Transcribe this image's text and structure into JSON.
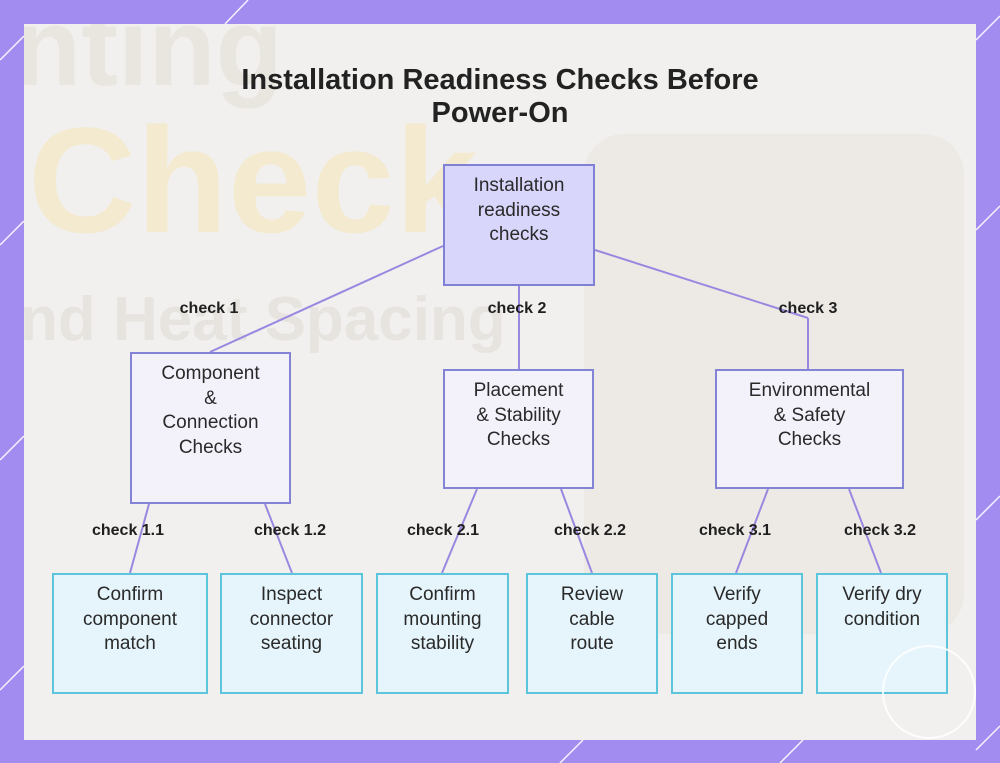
{
  "title_lines": [
    "Installation Readiness Checks Before",
    "Power-On"
  ],
  "background_text": [
    "nting",
    "Check",
    "nd Heat Spacing"
  ],
  "root": {
    "lines": [
      "Installation",
      "readiness",
      "checks"
    ]
  },
  "groups": [
    {
      "edge_label": "check 1",
      "lines": [
        "Component",
        "&",
        "Connection",
        "Checks"
      ],
      "leaves": [
        {
          "edge_label": "check 1.1",
          "lines": [
            "Confirm",
            "component",
            "match"
          ]
        },
        {
          "edge_label": "check 1.2",
          "lines": [
            "Inspect",
            "connector",
            "seating"
          ]
        }
      ]
    },
    {
      "edge_label": "check 2",
      "lines": [
        "Placement",
        "& Stability",
        "Checks"
      ],
      "leaves": [
        {
          "edge_label": "check 2.1",
          "lines": [
            "Confirm",
            "mounting",
            "stability"
          ]
        },
        {
          "edge_label": "check 2.2",
          "lines": [
            "Review",
            "cable",
            "route"
          ]
        }
      ]
    },
    {
      "edge_label": "check 3",
      "lines": [
        "Environmental",
        "& Safety",
        "Checks"
      ],
      "leaves": [
        {
          "edge_label": "check 3.1",
          "lines": [
            "Verify",
            "capped",
            "ends"
          ]
        },
        {
          "edge_label": "check 3.2",
          "lines": [
            "Verify dry",
            "condition"
          ]
        }
      ]
    }
  ],
  "colors": {
    "frame": "#a38cf0",
    "root_fill": "#d9d6fb",
    "mid_fill": "#f3f2fb",
    "leaf_fill": "#e5f5fb",
    "leaf_border": "#5cc4db",
    "connector": "#9a88e0"
  }
}
